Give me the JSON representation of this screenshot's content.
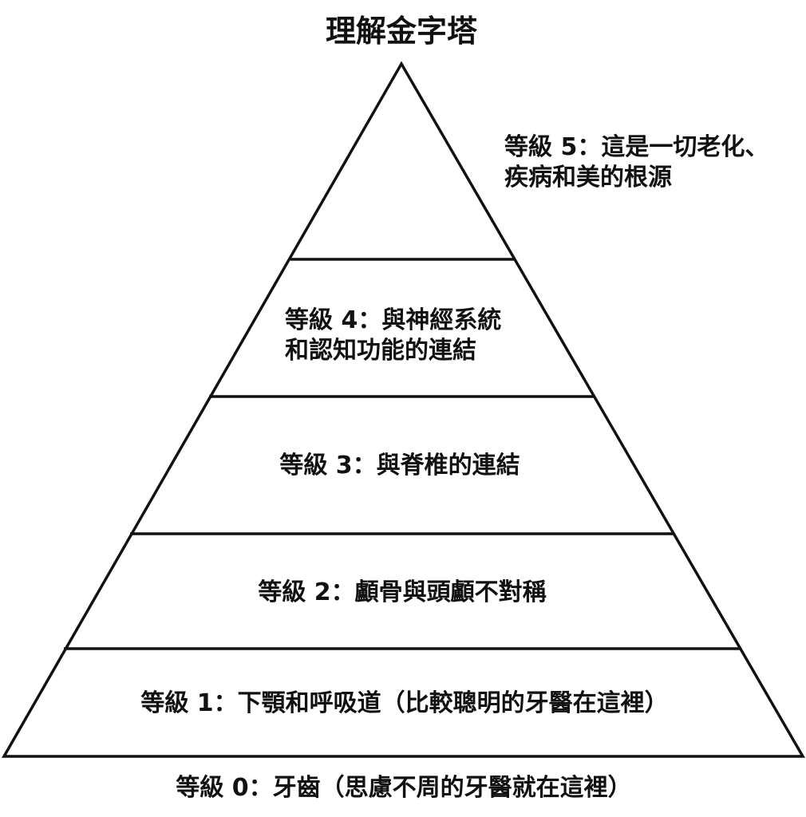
{
  "title": "理解金字塔",
  "levels": [
    {
      "level": 5,
      "lines": [
        "等級 5：這是一切老化、",
        "疾病和美的根源"
      ]
    },
    {
      "level": 4,
      "lines": [
        "等級 4：與神經系統",
        "和認知功能的連結"
      ]
    },
    {
      "level": 3,
      "lines": [
        "等級 3：與脊椎的連結"
      ]
    },
    {
      "level": 2,
      "lines": [
        "等級 2：顱骨與頭顱不對稱"
      ]
    },
    {
      "level": 1,
      "lines": [
        "等級 1：下顎和呼吸道（比較聰明的牙醫在這裡）"
      ]
    },
    {
      "level": 0,
      "lines": [
        "等級 0：牙齒（思慮不周的牙醫就在這裡）"
      ]
    }
  ]
}
